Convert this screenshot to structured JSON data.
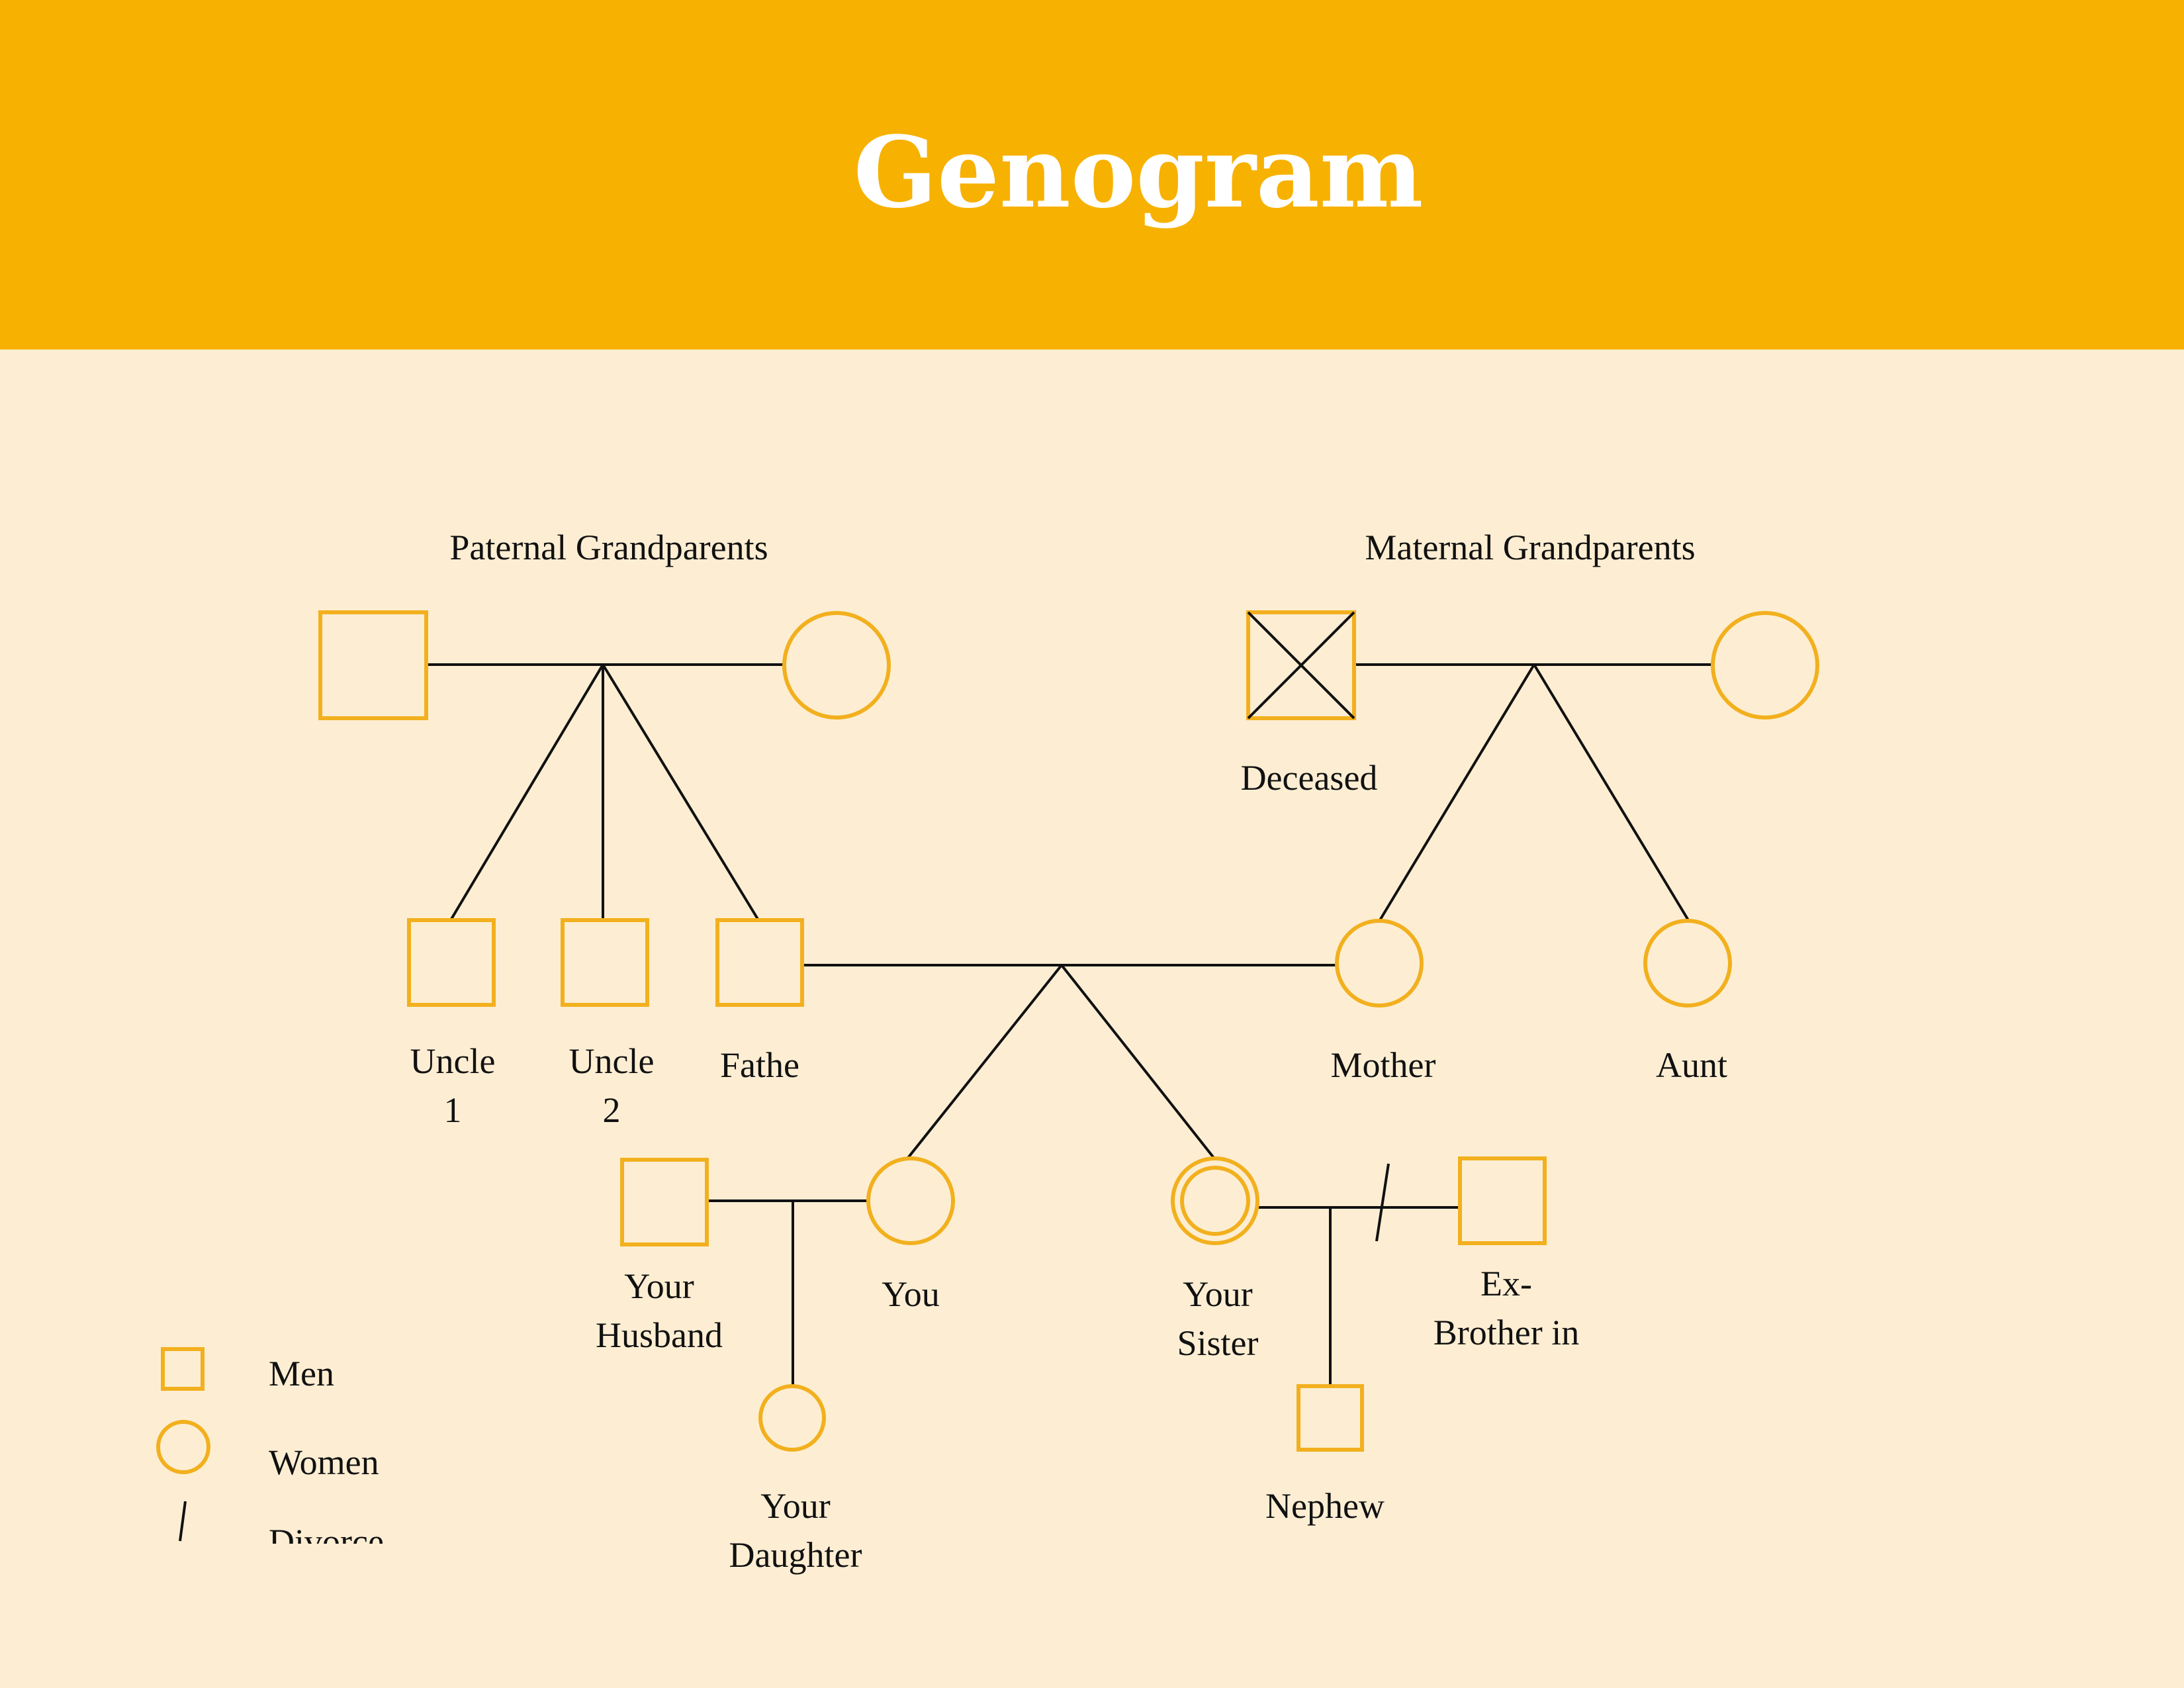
{
  "title": "Genogram",
  "colors": {
    "banner": "#f7b100",
    "background": "#fdeed3",
    "symbol": "#f2b01e",
    "line": "#111111",
    "title_text": "#ffffff"
  },
  "labels": {
    "paternal_grandparents": "Paternal Grandparents",
    "maternal_grandparents": "Maternal Grandparents",
    "deceased": "Deceased",
    "uncle_1": "Uncle\n1",
    "uncle_2": "Uncle\n2",
    "father": "Fathe",
    "mother": "Mother",
    "aunt": "Aunt",
    "your_husband": "Your\nHusband",
    "you": "You",
    "your_sister": "Your\nSister",
    "ex_brother_in_law": "Ex-\nBrother in",
    "your_daughter": "Your\nDaughter",
    "nephew": "Nephew"
  },
  "legend": {
    "men": "Men",
    "women": "Women",
    "divorce": "Divorce"
  }
}
